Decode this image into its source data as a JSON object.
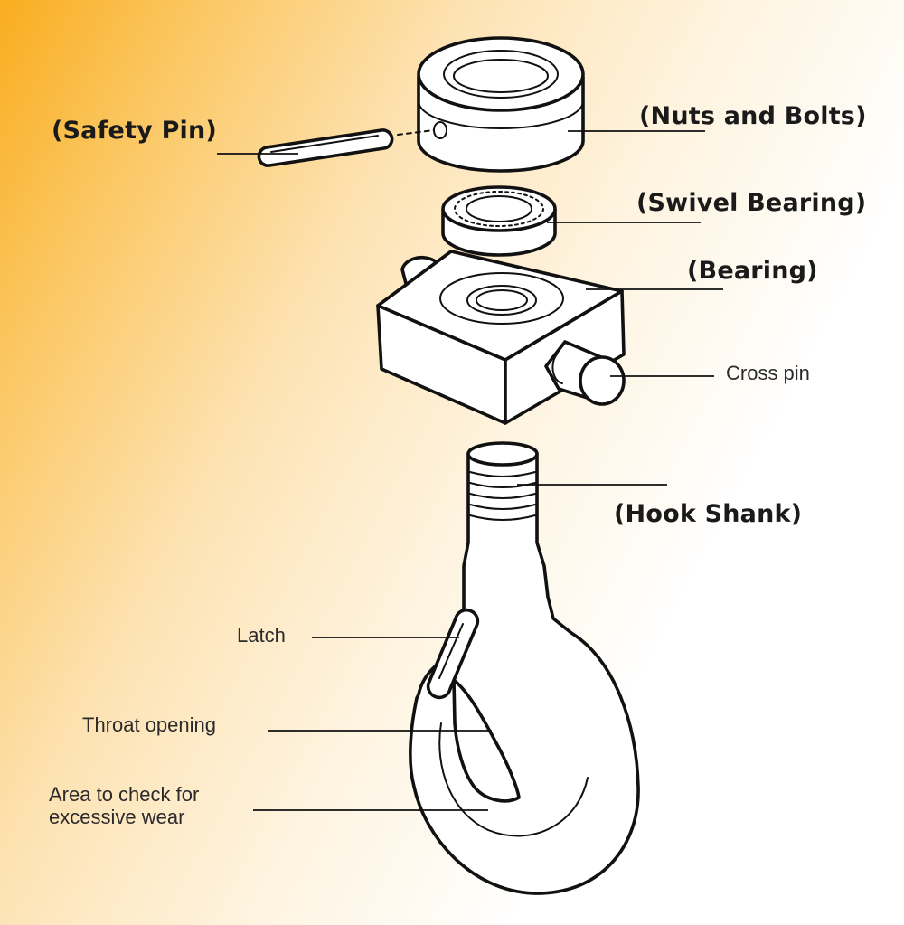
{
  "labels": {
    "safety_pin": "(Safety Pin)",
    "nuts_and_bolts": "(Nuts and Bolts)",
    "swivel_bearing": "(Swivel Bearing)",
    "bearing": "(Bearing)",
    "cross_pin": "Cross pin",
    "hook_shank": "(Hook Shank)",
    "latch": "Latch",
    "throat_opening": "Throat opening",
    "wear_area_line1": "Area to check for",
    "wear_area_line2": "excessive wear"
  },
  "colors": {
    "background_accent": "#f9ad1f",
    "outline": "#111111",
    "part_fill": "#ffffff"
  }
}
